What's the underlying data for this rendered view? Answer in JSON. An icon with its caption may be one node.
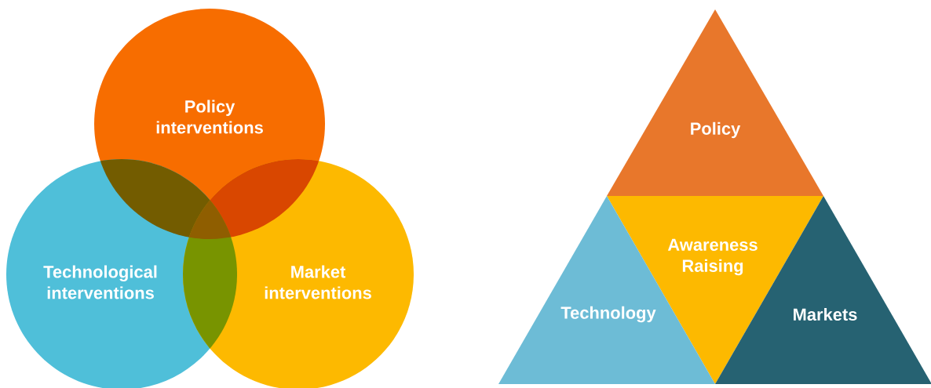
{
  "diagram": {
    "nodes": [
      {
        "text": [
          "Policy interventions"
        ]
      },
      {
        "text": [
          "Technological interventions"
        ]
      },
      {
        "text": [
          "Market interventions"
        ]
      },
      {
        "text": [
          "Policy"
        ]
      },
      {
        "text": [
          "Awareness Raising"
        ]
      },
      {
        "text": [
          "Technology"
        ]
      },
      {
        "text": [
          "Markets"
        ]
      }
    ]
  }
}
